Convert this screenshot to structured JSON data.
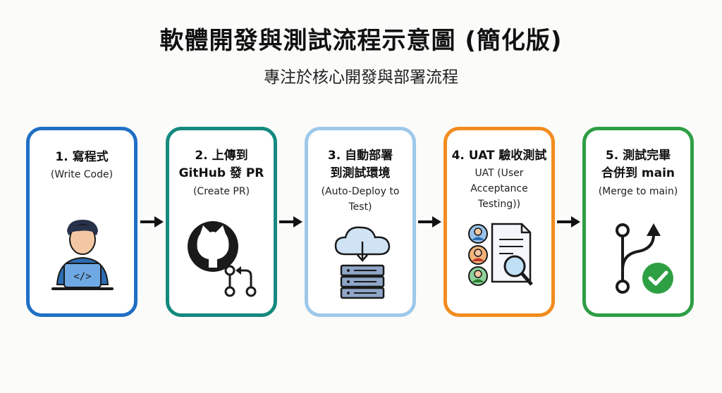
{
  "title": "軟體開發與測試流程示意圖 (簡化版)",
  "subtitle": "專注於核心開發與部署流程",
  "steps": [
    {
      "title_lines": [
        "1. 寫程式"
      ],
      "en_lines": [
        "(Write Code)"
      ],
      "color": "#1f6fc4",
      "icon": "developer-laptop-icon"
    },
    {
      "title_lines": [
        "2. 上傳到",
        "GitHub 發 PR"
      ],
      "en_lines": [
        "(Create PR)"
      ],
      "color": "#14897f",
      "icon": "github-pull-request-icon"
    },
    {
      "title_lines": [
        "3. 自動部署",
        "到測試環境"
      ],
      "en_lines": [
        "(Auto-Deploy to",
        "Test)"
      ],
      "color": "#9dc8ea",
      "icon": "cloud-server-deploy-icon"
    },
    {
      "title_lines": [
        "4. UAT 驗收測試"
      ],
      "en_lines": [
        "UAT (User",
        "Acceptance",
        "Testing))"
      ],
      "color": "#f28c1f",
      "icon": "users-document-review-icon"
    },
    {
      "title_lines": [
        "5. 測試完畢",
        "合併到 main"
      ],
      "en_lines": [
        "(Merge to main)"
      ],
      "color": "#2e9e45",
      "icon": "git-merge-check-icon"
    }
  ]
}
